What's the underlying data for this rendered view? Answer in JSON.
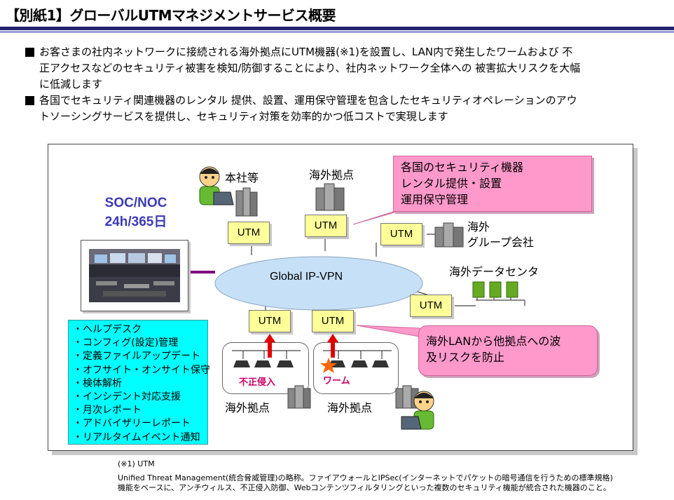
{
  "title": "【別紙1】グローバルUTMマネジメントサービス概要",
  "bullets": [
    {
      "lines": [
        "お客さまの社内ネットワークに接続される海外拠点にUTM機器(※1)を設置し、LAN内で発生したワームおよび 不",
        "正アクセスなどのセキュリティ被害を検知/防御することにより、社内ネットワーク全体への 被害拡大リスクを大幅",
        "に低減します"
      ]
    },
    {
      "lines": [
        "各国でセキュリティ関連機器のレンタル 提供、設置、運用保守管理を包含したセキュリティオペレーションのアウ",
        "トソーシングサービスを提供し、セキュリティ対策を効率的かつ低コストで実現します"
      ]
    }
  ],
  "diagram": {
    "soc_line1": "SOC/NOC",
    "soc_line2": "24h/365日",
    "hq_label": "本社等",
    "overseas_top_label": "海外拠点",
    "group_label_line1": "海外",
    "group_label_line2": "グループ会社",
    "datacenter_label": "海外データセンタ",
    "vpn_label": "Global IP-VPN",
    "utm_label": "UTM",
    "callout_top": [
      "各国のセキュリティ機器",
      "レンタル提供・設置",
      "運用保守管理"
    ],
    "callout_bottom": [
      "海外LANから他拠点への波",
      "及リスクを防止"
    ],
    "intrusion_label": "不正侵入",
    "worm_label": "ワーム",
    "bottom_left_label": "海外拠点",
    "bottom_right_label": "海外拠点",
    "services": [
      "・ヘルプデスク",
      "・コンフィグ(設定)管理",
      "・定義ファイルアップデート",
      "・オフサイト・オンサイト保守",
      "・検体解析",
      "・インシデント対応支援",
      "・月次レポート",
      "・アドバイザリーレポート",
      "・リアルタイムイベント通知"
    ],
    "colors": {
      "utm_fill": "#ffff99",
      "callout_fill": "#ff99cc",
      "service_fill": "#00ffff",
      "vpn_fill": "#c6e0f7",
      "soc_text": "#3a3ab8",
      "arrow_red": "#e00000"
    }
  },
  "footnote": {
    "line1": "(※1) UTM",
    "line2": "Unified Threat Management(統合脅威管理)の略称。ファイアウォールとIPSec(インターネットでパケットの暗号通信を行うための標準規格)",
    "line3": "機能をベースに、アンチウィルス、不正侵入防御、Webコンテンツフィルタリングといった複数のセキュリティ機能が統合された機器のこと。"
  }
}
